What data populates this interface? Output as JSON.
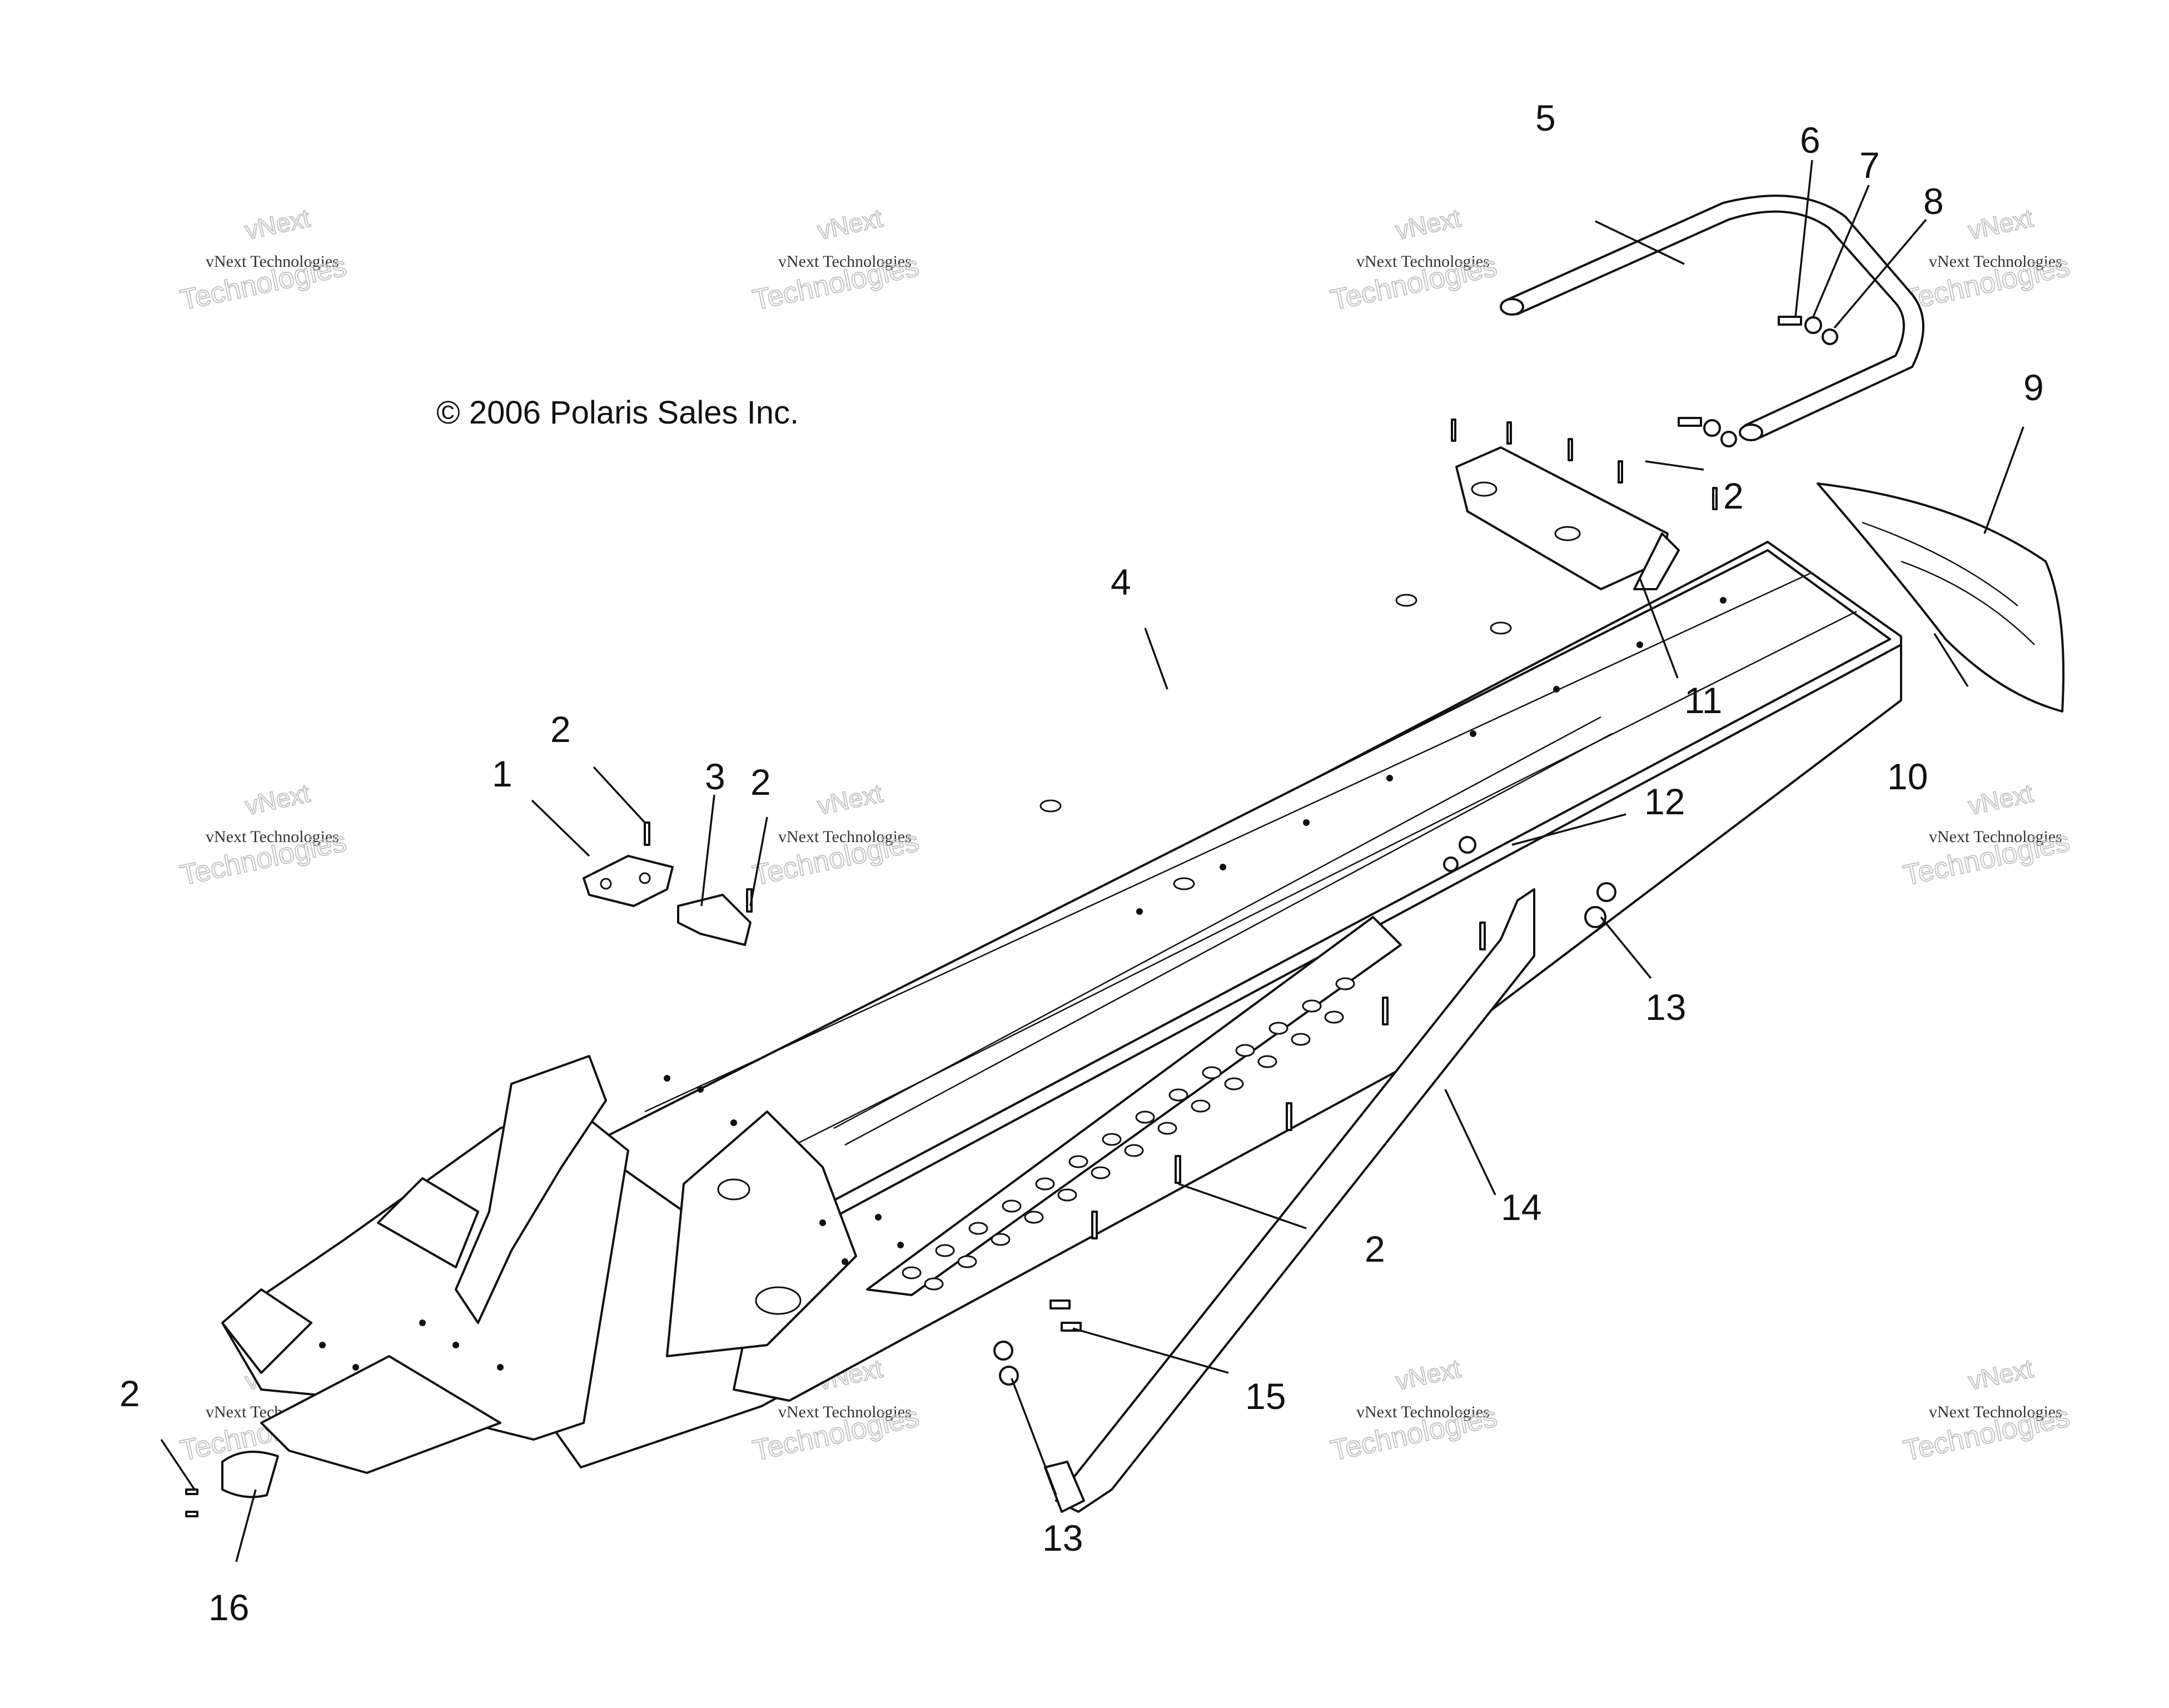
{
  "copyright": "© 2006 Polaris Sales Inc.",
  "watermark": {
    "line1": "vNext Technologies",
    "line2": "Technologies",
    "line0": "vNext",
    "color": "#c4c4c4"
  },
  "callouts": [
    "1",
    "2",
    "2",
    "3",
    "4",
    "5",
    "6",
    "7",
    "8",
    "9",
    "10",
    "11",
    "2",
    "12",
    "13",
    "14",
    "2",
    "15",
    "13",
    "16",
    "2"
  ],
  "parts": {
    "frame_tunnel": "frame-tunnel",
    "rear_bumper": "rear-bumper",
    "snow_flap": "snow-flap",
    "rear_bracket": "rear-bracket",
    "running_board": "running-board-bar",
    "front_bumper": "front-bumper"
  }
}
